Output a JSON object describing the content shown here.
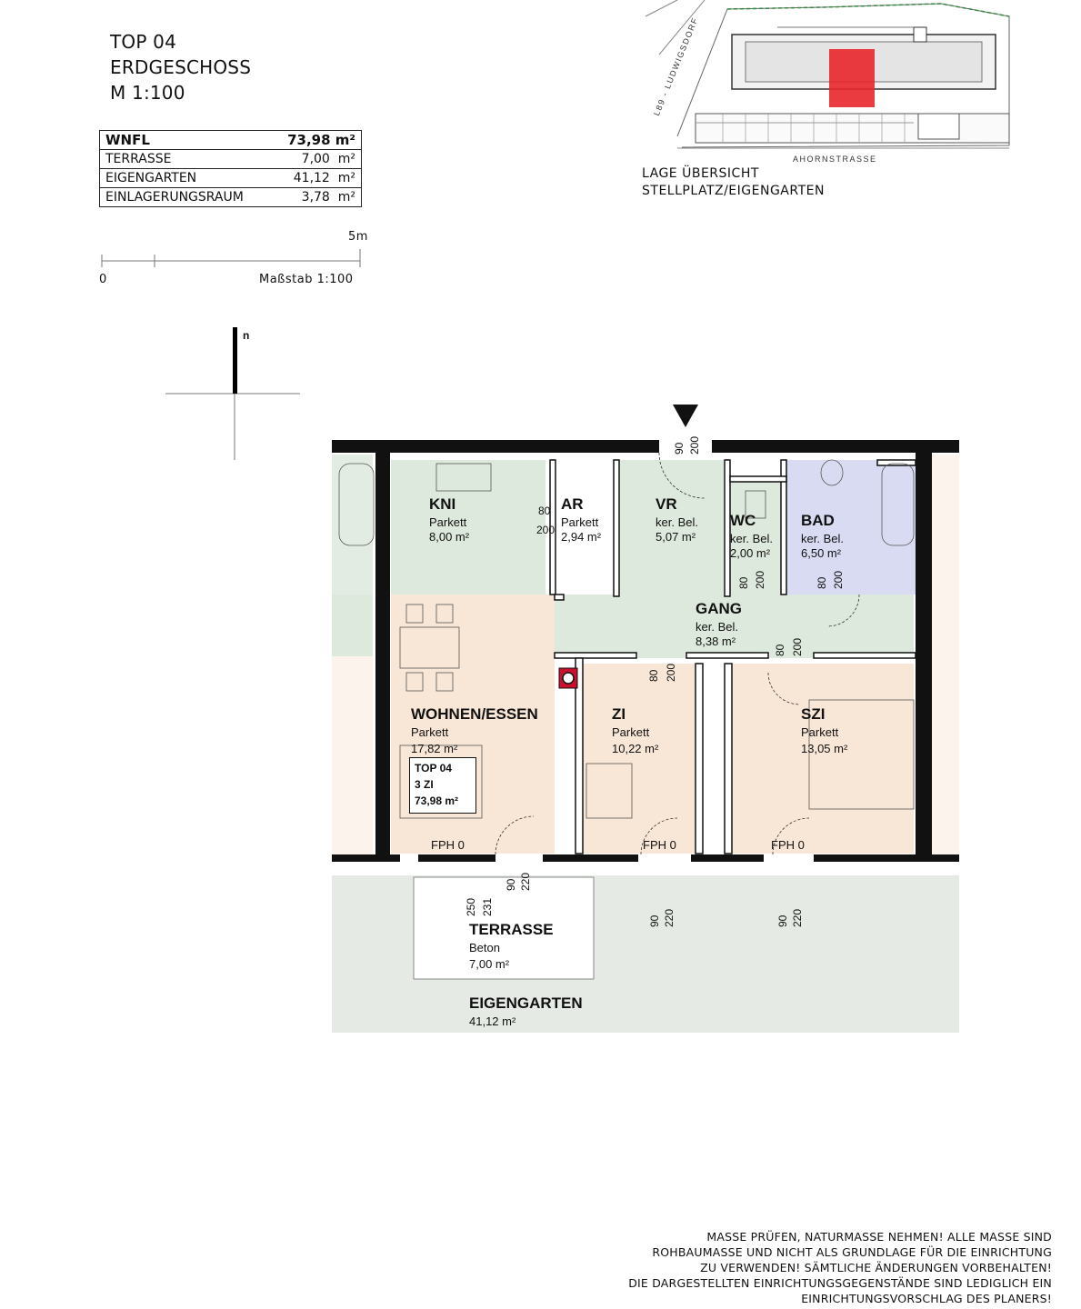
{
  "header": {
    "unit": "TOP 04",
    "floor": "ERDGESCHOSS",
    "scale_title": "M 1:100"
  },
  "areas": [
    {
      "label": "WNFL",
      "value": "73,98",
      "unit": "m²"
    },
    {
      "label": "TERRASSE",
      "value": "7,00",
      "unit": "m²"
    },
    {
      "label": "EIGENGARTEN",
      "value": "41,12",
      "unit": "m²"
    },
    {
      "label": "EINLAGERUNGSRAUM",
      "value": "3,78",
      "unit": "m²"
    }
  ],
  "scalebar": {
    "zero": "0",
    "five": "5m",
    "label": "Maßstab 1:100"
  },
  "north": "n",
  "site": {
    "street_side": "L89 - LUDWIGSDORF",
    "street_bottom": "AHORNSTRASSE",
    "caption_1": "LAGE ÜBERSICHT",
    "caption_2": "STELLPLATZ/EIGENGARTEN"
  },
  "rooms": {
    "kni": {
      "name": "KNI",
      "floor": "Parkett",
      "area": "8,00 m²"
    },
    "ar": {
      "name": "AR",
      "floor": "Parkett",
      "area": "2,94 m²"
    },
    "vr": {
      "name": "VR",
      "floor": "ker. Bel.",
      "area": "5,07 m²"
    },
    "wc": {
      "name": "WC",
      "floor": "ker. Bel.",
      "area": "2,00 m²"
    },
    "bad": {
      "name": "BAD",
      "floor": "ker. Bel.",
      "area": "6,50 m²"
    },
    "gang": {
      "name": "GANG",
      "floor": "ker. Bel.",
      "area": "8,38 m²"
    },
    "wohnen": {
      "name": "WOHNEN/ESSEN",
      "floor": "Parkett",
      "area": "17,82 m²"
    },
    "zi": {
      "name": "ZI",
      "floor": "Parkett",
      "area": "10,22 m²"
    },
    "szi": {
      "name": "SZI",
      "floor": "Parkett",
      "area": "13,05 m²"
    },
    "terrasse": {
      "name": "TERRASSE",
      "floor": "Beton",
      "area": "7,00 m²"
    },
    "garten": {
      "name": "EIGENGARTEN",
      "area": "41,12 m²"
    }
  },
  "unit_badge": {
    "line1": "TOP 04",
    "line2": "3 ZI",
    "line3": "73,98 m²"
  },
  "fph": "FPH 0",
  "dims": {
    "entry_w": "90",
    "entry_h": "200",
    "ar_w": "80",
    "ar_h": "200",
    "d80": "80",
    "d200": "200",
    "d90": "90",
    "d220": "220",
    "d250": "250",
    "d231": "231"
  },
  "disclaimer": [
    "MASSE PRÜFEN, NATURMASSE NEHMEN! ALLE MASSE SIND",
    "ROHBAUMASSE UND NICHT ALS GRUNDLAGE FÜR DIE EINRICHTUNG",
    "ZU VERWENDEN! SÄMTLICHE ÄNDERUNGEN VORBEHALTEN!",
    "DIE DARGESTELLTEN EINRICHTUNGSGEGENSTÄNDE SIND LEDIGLICH EIN",
    "EINRICHTUNGSVORSCHLAG DES PLANERS!"
  ],
  "colors": {
    "living": "#f8e6d6",
    "wet": "#dde9dc",
    "bath": "#d9dbf2",
    "garden": "#e5ebe4",
    "wall": "#111111",
    "highlight": "#e8262b"
  }
}
